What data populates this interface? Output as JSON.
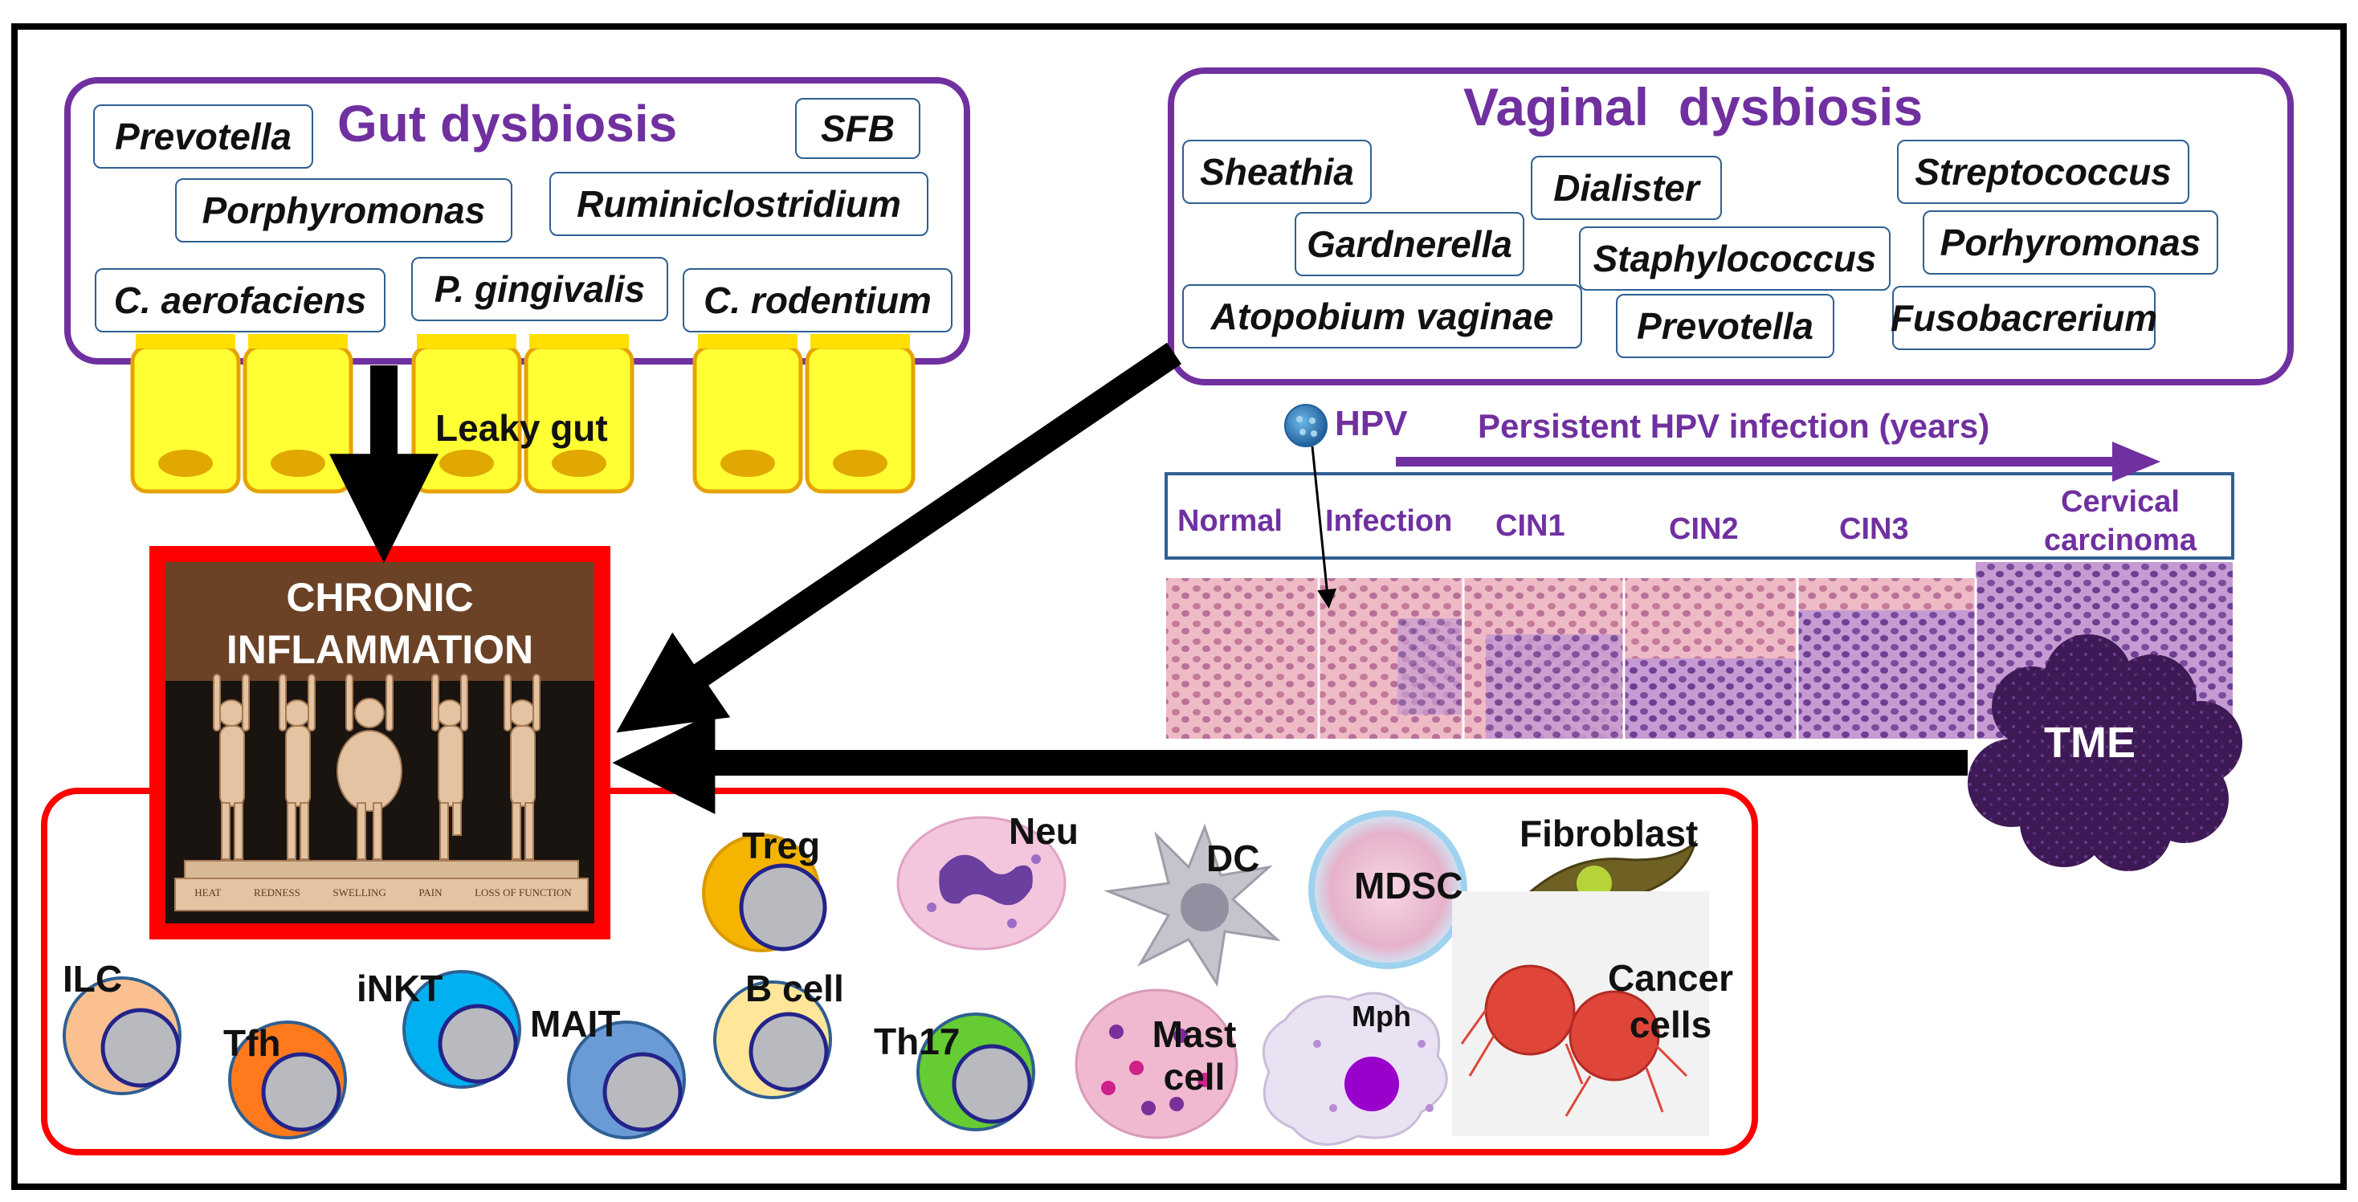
{
  "gut": {
    "title": "Gut dysbiosis",
    "bacteria": [
      "Prevotella",
      "SFB",
      "Porphyromonas",
      "Ruminiclostridium",
      "C. aerofaciens",
      "P. gingivalis",
      "C. rodentium"
    ],
    "leaky_label": "Leaky gut"
  },
  "vaginal": {
    "title": "Vaginal  dysbiosis",
    "bacteria": [
      "Sheathia",
      "Dialister",
      "Streptococcus",
      "Gardnerella",
      "Staphylococcus",
      "Porhyromonas",
      "Atopobium vaginae",
      "Prevotella",
      "Fusobacrerium"
    ]
  },
  "hpv": {
    "virus_label": "HPV",
    "arrow_label": "Persistent HPV infection (years)",
    "stages": [
      "Normal",
      "Infection",
      "CIN1",
      "CIN2",
      "CIN3",
      "Cervical carcinoma"
    ]
  },
  "inflammation": {
    "title_line1": "CHRONIC",
    "title_line2": "INFLAMMATION",
    "plinth_words": [
      "HEAT",
      "REDNESS",
      "SWELLING",
      "PAIN",
      "LOSS OF FUNCTION"
    ]
  },
  "tme_label": "TME",
  "cells": [
    "Treg",
    "Neu",
    "DC",
    "MDSC",
    "Fibroblast",
    "ILC",
    "iNKT",
    "MAIT",
    "Tfh",
    "B cell",
    "Th17",
    "Mast cell",
    "Mph",
    "Cancer cells"
  ],
  "colors": {
    "purple": "#7030a0",
    "red": "#ff0000",
    "tag_border": "#2f5f93",
    "gut_cell": "#ffff33",
    "tme": "#3d1a55"
  }
}
